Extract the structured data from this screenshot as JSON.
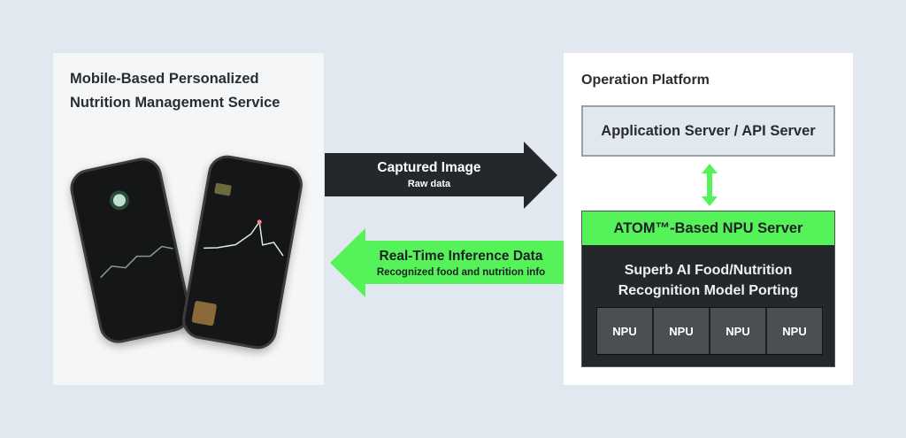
{
  "mobile": {
    "title_line1": "Mobile-Based Personalized",
    "title_line2": "Nutrition Management Service"
  },
  "arrows": {
    "captured": {
      "title": "Captured Image",
      "subtitle": "Raw data"
    },
    "inference": {
      "title": "Real-Time Inference Data",
      "subtitle": "Recognized food and nutrition info"
    }
  },
  "platform": {
    "title": "Operation Platform",
    "app_server": "Application Server / API Server",
    "npu_server": {
      "header": "ATOM™-Based NPU Server",
      "model_line1": "Superb AI Food/Nutrition",
      "model_line2": "Recognition Model Porting",
      "cells": [
        "NPU",
        "NPU",
        "NPU",
        "NPU"
      ]
    }
  },
  "colors": {
    "green": "#55f25a",
    "dark": "#25282b",
    "bg": "#e1e8f0"
  }
}
